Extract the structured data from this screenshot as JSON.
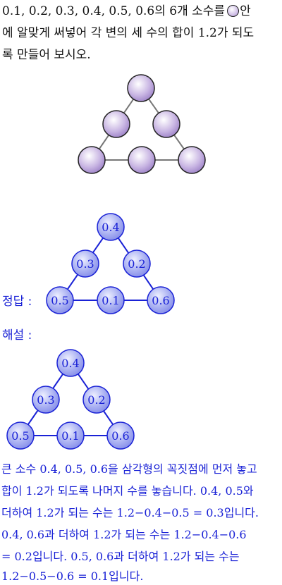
{
  "question": {
    "line1_before": "0.1, 0.2, 0.3, 0.4, 0.5, 0.6의 6개 소수를",
    "line1_after": "안",
    "line2": "에 알맞게 써넣어 각 변의 세 수의 합이 1.2가 되도",
    "line3": "록 만들어 보시오."
  },
  "answer": {
    "label": "정답 :",
    "circles": [
      "0.4",
      "0.3",
      "0.2",
      "0.5",
      "0.1",
      "0.6"
    ]
  },
  "explanation": {
    "label": "해설 :",
    "circles": [
      "0.4",
      "0.3",
      "0.2",
      "0.5",
      "0.1",
      "0.6"
    ],
    "lines": [
      "큰 소수 0.4, 0.5, 0.6을 삼각형의 꼭짓점에 먼저 놓고",
      "합이 1.2가 되도록 나머지 수를 놓습니다. 0.4, 0.5와",
      "더하여 1.2가 되는 수는 1.2−0.4−0.5 = 0.3입니다.",
      "0.4, 0.6과 더하여 1.2가 되는 수는 1.2−0.4−0.6",
      "= 0.2입니다. 0.5, 0.6과 더하여 1.2가 되는 수는",
      "1.2−0.5−0.6 = 0.1입니다."
    ]
  },
  "colors": {
    "empty_circle_fill": "#c9b6e3",
    "answer_circle_fill": "#a9b0f2",
    "answer_stroke": "#1a22d6",
    "text_blue": "#1a22d6"
  }
}
